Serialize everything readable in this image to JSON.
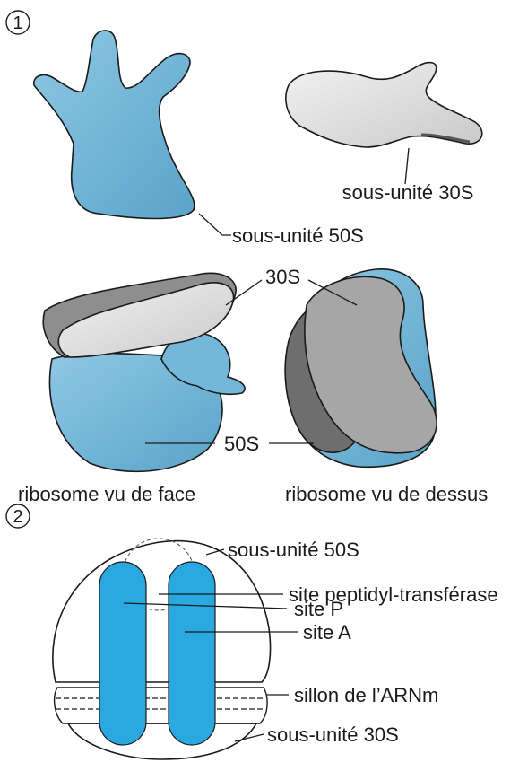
{
  "panel1": {
    "number": "1",
    "labels": {
      "subunit_30s": "sous-unité 30S",
      "subunit_50s": "sous-unité 50S",
      "label_30s": "30S",
      "label_50s": "50S",
      "front_view": "ribosome vu de face",
      "top_view": "ribosome vu de dessus"
    }
  },
  "panel2": {
    "number": "2",
    "labels": {
      "subunit_50s": "sous-unité 50S",
      "peptidyl_site": "site peptidyl-transférase",
      "site_p": "site P",
      "site_a": "site A",
      "mrna_groove": "sillon de l’ARNm",
      "subunit_30s": "sous-unité 30S"
    }
  },
  "colors": {
    "blue": "#6fb4d6",
    "blue_dark": "#4a93b8",
    "grey_light": "#e6e6e6",
    "grey_mid": "#a9a9a9",
    "grey_dark": "#6e6e6e",
    "channel_blue": "#2aa8e0"
  }
}
